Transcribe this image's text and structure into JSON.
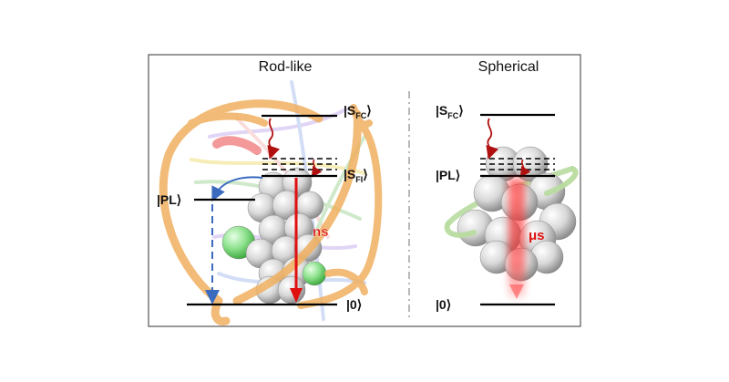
{
  "panels": {
    "left": {
      "title": "Rod-like",
      "levels": {
        "sfc": {
          "main": "|S",
          "sub": "FC",
          "close": "⟩"
        },
        "sfl": {
          "main": "|S",
          "sub": "FI",
          "close": "⟩"
        },
        "pl": {
          "text": "|PL⟩"
        },
        "ground": {
          "text": "|0⟩"
        }
      },
      "lifetime": "ns"
    },
    "right": {
      "title": "Spherical",
      "levels": {
        "sfc": {
          "main": "|S",
          "sub": "FC",
          "close": "⟩"
        },
        "pl": {
          "text": "|PL⟩"
        },
        "ground": {
          "text": "|0⟩"
        }
      },
      "lifetime": "μs"
    }
  },
  "colors": {
    "level_line": "#000000",
    "transition_red": "#e01010",
    "relax_red": "#b01010",
    "relax_blue": "#3a6bbf",
    "ribbon_orange": "#f0b060",
    "ribbon_green": "#b8dca0",
    "sphere_grey": "#cfcfcf",
    "sphere_green": "#8ae08a",
    "divider": "#a0a0a0"
  }
}
